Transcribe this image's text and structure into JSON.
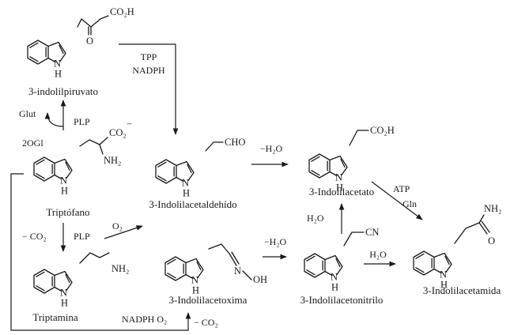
{
  "compounds": {
    "indolylpyruvate": {
      "name": "3-indolilpiruvato",
      "group": "CO₂H"
    },
    "tryptophan": {
      "name": "Triptófano",
      "group": "CO₂",
      "amine": "NH₂"
    },
    "tryptamine": {
      "name": "Triptamina",
      "amine": "NH₂"
    },
    "acetaldehyde": {
      "name": "3-Indolilacetaldehído",
      "group": "CHO"
    },
    "acetoxime": {
      "name": "3-Indolilacetoxima",
      "imine": "N",
      "hydroxyl": "OH"
    },
    "acetonitrile": {
      "name": "3-Indolilacetonitrilo",
      "group": "CN"
    },
    "acetate": {
      "name": "3-Indolilacetato",
      "group": "CO₂H"
    },
    "acetamide": {
      "name": "3-Indolilacetamida",
      "amine": "NH₂",
      "oxygen": "O"
    }
  },
  "ring_nh": "N H",
  "conditions": {
    "glut": "Glut",
    "plp_up": "PLP",
    "twoogl": "2OGl",
    "tpp": "TPP",
    "nadph_top": "NADPH",
    "minus_h2o_1": "−H₂O",
    "minus_co2": "− CO₂",
    "plp_down": "PLP",
    "o2": "O₂",
    "minus_h2o_2": "−H₂O",
    "h2o_up": "H₂O",
    "h2o_right": "H₂O",
    "atp": "ATP",
    "gln": "Gln",
    "bottom": "NADPH  O₂",
    "bottom_co2": "− CO₂"
  }
}
